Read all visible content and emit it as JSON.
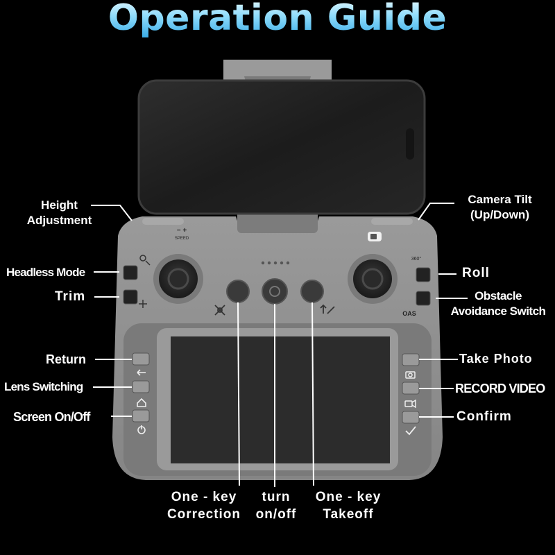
{
  "title": "Operation Guide",
  "labels": {
    "height_adjustment": "Height\nAdjustment",
    "camera_tilt": "Camera Tilt\n(Up/Down)",
    "headless_mode": "Headless Mode",
    "trim": "Trim",
    "roll": "Roll",
    "obstacle_avoidance": "Obstacle\nAvoidance Switch",
    "return": "Return",
    "lens_switching": "Lens Switching",
    "screen_on_off": "Screen On/Off",
    "take_photo": "Take Photo",
    "record_video": "RECORD VIDEO",
    "confirm": "Confirm",
    "one_key_correction": "One - key\nCorrection",
    "turn_on_off": "turn\non/off",
    "one_key_takeoff": "One - key\nTakeoff"
  },
  "device_text": {
    "speed": "SPEED",
    "speed_minus_plus": "− +",
    "oas": "OAS",
    "deg360": "360°"
  },
  "colors": {
    "title_accent": "#5ec8f4",
    "body": "#8a8a8a",
    "screen": "#2c2c2c"
  }
}
